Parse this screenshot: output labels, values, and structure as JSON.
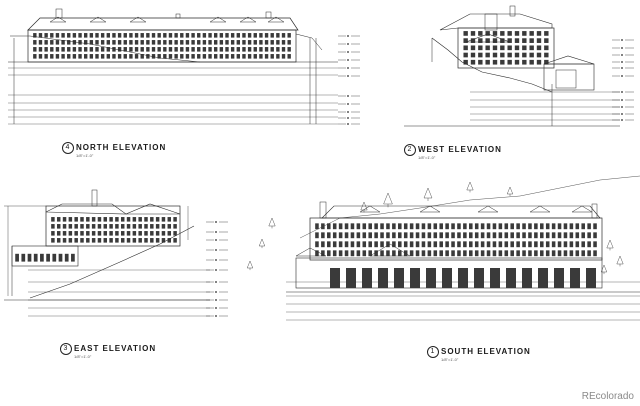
{
  "drawings": [
    {
      "id": "north",
      "number": "4",
      "title": "NORTH ELEVATION",
      "scale": "1/8\"=1'-0\""
    },
    {
      "id": "west",
      "number": "2",
      "title": "WEST ELEVATION",
      "scale": "1/8\"=1'-0\""
    },
    {
      "id": "east",
      "number": "3",
      "title": "EAST ELEVATION",
      "scale": "1/8\"=1'-0\""
    },
    {
      "id": "south",
      "number": "1",
      "title": "SOUTH ELEVATION",
      "scale": "1/8\"=1'-0\""
    }
  ],
  "watermark": "REcolorado",
  "colors": {
    "ink": "#2a2a2a",
    "paper": "#ffffff",
    "watermark": "#8a8a8a"
  }
}
